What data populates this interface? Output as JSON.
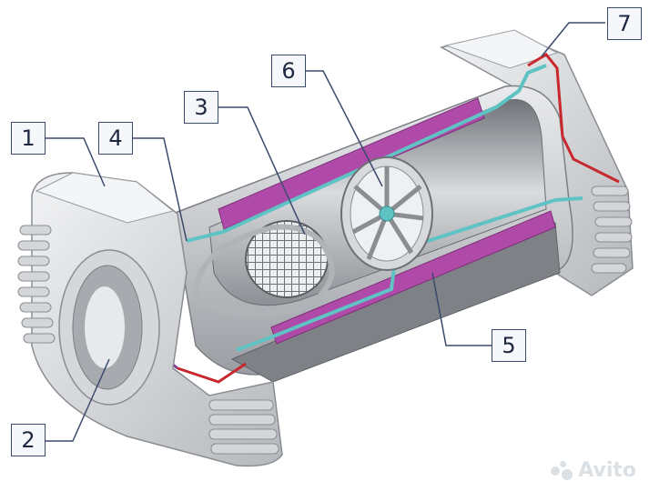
{
  "callouts": [
    {
      "id": "1",
      "text": "1"
    },
    {
      "id": "2",
      "text": "2"
    },
    {
      "id": "3",
      "text": "3"
    },
    {
      "id": "4",
      "text": "4"
    },
    {
      "id": "5",
      "text": "5"
    },
    {
      "id": "6",
      "text": "6"
    },
    {
      "id": "7",
      "text": "7"
    }
  ],
  "watermark": {
    "text": "Avito"
  },
  "colors": {
    "body_gray": "#c9cbcf",
    "dark_gray": "#8a8d92",
    "magenta_insert": "#b04aa8",
    "teal_layer": "#5fc3c4",
    "red_edge": "#c8272e",
    "purple_layer": "#7a3d8f",
    "leader_line": "#3b4a6b"
  }
}
